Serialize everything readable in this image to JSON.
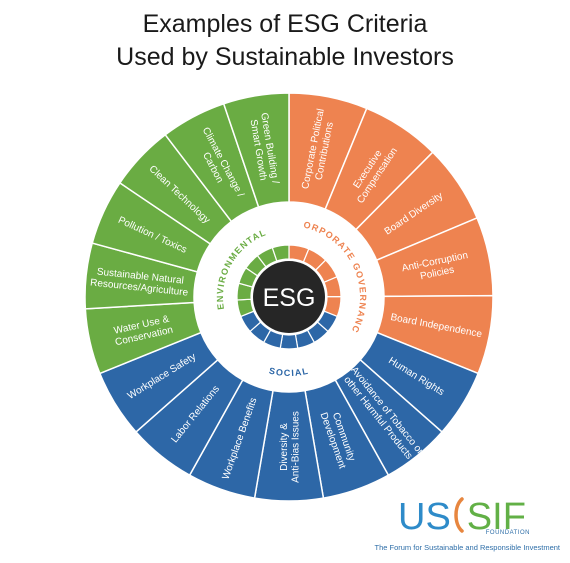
{
  "title": {
    "line1": "Examples of ESG Criteria",
    "line2": "Used by Sustainable Investors"
  },
  "center_label": "ESG",
  "colors": {
    "environmental": "#6aac43",
    "governance": "#ee8350",
    "social": "#2d67a7",
    "center": "#262626",
    "ring_gap": "#ffffff"
  },
  "categories": {
    "environmental": {
      "label": "ENVIRONMENTAL",
      "items": [
        "Water Use & Conservation",
        "Sustainable Natural Resources/Agriculture",
        "Pollution / Toxics",
        "Clean Technology",
        "Climate Change / Carbon",
        "Green Building / Smart Growth"
      ]
    },
    "governance": {
      "label": "CORPORATE GOVERNANCE",
      "items": [
        "Corporate Political Contributions",
        "Executive Compensation",
        "Board Diversity",
        "Anti-Corruption Policies",
        "Board Independence"
      ]
    },
    "social": {
      "label": "SOCIAL",
      "items": [
        "Human Rights",
        "Avoidance of Tobacco or other Harmful Products",
        "Community Development",
        "Diversity & Anti-Bias Issues",
        "Workplace Benefits",
        "Labor Relations",
        "Workplace Safety"
      ]
    }
  },
  "logo": {
    "us": "US",
    "sif": "SIF",
    "foundation": "FOUNDATION",
    "tagline": "The Forum for Sustainable and Responsible Investment"
  }
}
